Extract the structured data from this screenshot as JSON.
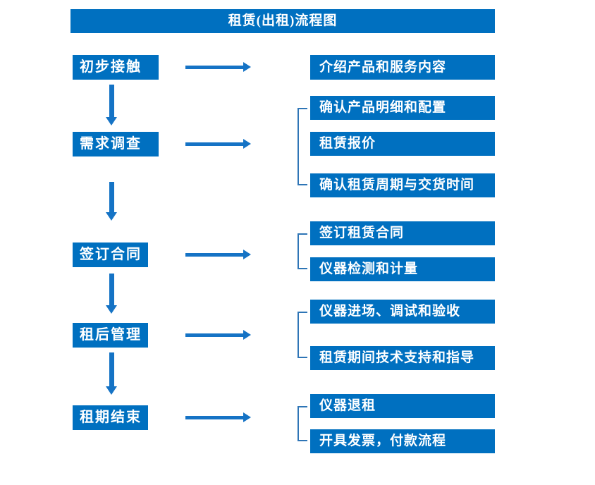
{
  "title": "租赁(出租)流程图",
  "colors": {
    "box_fill": "#0070C0",
    "arrow": "#1573C5",
    "bracket": "#2E75B6",
    "text": "#FFFFFF",
    "background": "#FFFFFF"
  },
  "steps": [
    {
      "label": "初步接触",
      "outputs": [
        "介绍产品和服务内容"
      ]
    },
    {
      "label": "需求调查",
      "outputs": [
        "确认产品明细和配置",
        "租赁报价",
        "确认租赁周期与交货时间"
      ]
    },
    {
      "label": "签订合同",
      "outputs": [
        "签订租赁合同",
        "仪器检测和计量"
      ]
    },
    {
      "label": "租后管理",
      "outputs": [
        "仪器进场、调试和验收",
        "租赁期间技术支持和指导"
      ]
    },
    {
      "label": "租期结束",
      "outputs": [
        "仪器退租",
        "开具发票，付款流程"
      ]
    }
  ]
}
